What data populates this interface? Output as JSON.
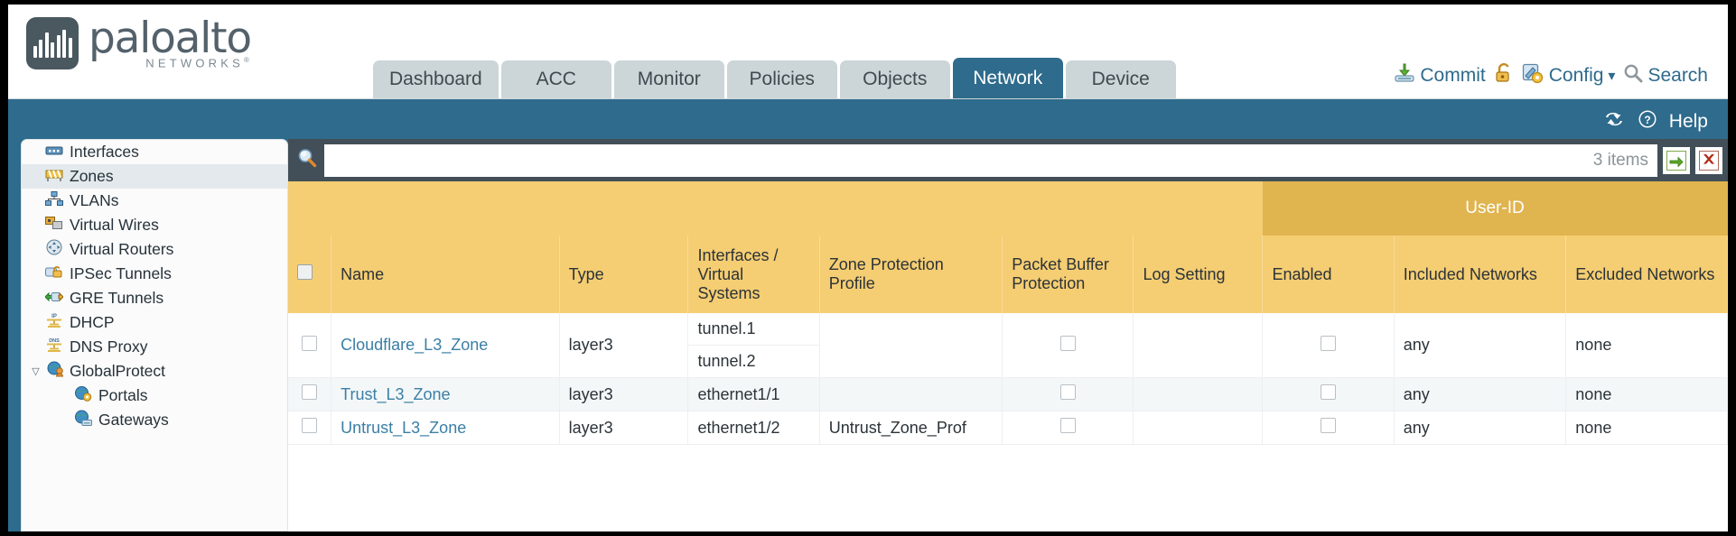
{
  "brand": {
    "name": "paloalto",
    "sub": "NETWORKS",
    "sup": "®"
  },
  "tabs": [
    {
      "label": "Dashboard",
      "active": false
    },
    {
      "label": "ACC",
      "active": false
    },
    {
      "label": "Monitor",
      "active": false
    },
    {
      "label": "Policies",
      "active": false
    },
    {
      "label": "Objects",
      "active": false
    },
    {
      "label": "Network",
      "active": true
    },
    {
      "label": "Device",
      "active": false
    }
  ],
  "utils": {
    "commit": "Commit",
    "commit_icon": "commit-save-icon",
    "lock_icon": "padlock-icon",
    "config": "Config",
    "config_icon": "config-wrench-icon",
    "caret": "▾",
    "search": "Search",
    "search_icon": "search-magnifier-icon"
  },
  "bluebar": {
    "refresh_icon": "refresh-icon",
    "help": "Help",
    "help_icon": "help-question-icon"
  },
  "sidebar": {
    "items": [
      {
        "label": "Interfaces",
        "icon": "interfaces-icon",
        "selected": false,
        "child": false,
        "dot": true
      },
      {
        "label": "Zones",
        "icon": "zones-icon",
        "selected": true,
        "child": false,
        "dot": true
      },
      {
        "label": "VLANs",
        "icon": "vlans-icon",
        "selected": false,
        "child": false,
        "dot": false
      },
      {
        "label": "Virtual Wires",
        "icon": "virtual-wires-icon",
        "selected": false,
        "child": false,
        "dot": false
      },
      {
        "label": "Virtual Routers",
        "icon": "virtual-routers-icon",
        "selected": false,
        "child": false,
        "dot": true
      },
      {
        "label": "IPSec Tunnels",
        "icon": "ipsec-tunnels-icon",
        "selected": false,
        "child": false,
        "dot": true
      },
      {
        "label": "GRE Tunnels",
        "icon": "gre-tunnels-icon",
        "selected": false,
        "child": false,
        "dot": false
      },
      {
        "label": "DHCP",
        "icon": "dhcp-icon",
        "selected": false,
        "child": false,
        "dot": true
      },
      {
        "label": "DNS Proxy",
        "icon": "dns-proxy-icon",
        "selected": false,
        "child": false,
        "dot": true
      },
      {
        "label": "GlobalProtect",
        "icon": "globalprotect-icon",
        "selected": false,
        "child": false,
        "dot": false,
        "parent": true,
        "caret": "▽"
      },
      {
        "label": "Portals",
        "icon": "portals-icon",
        "selected": false,
        "child": true,
        "dot": false
      },
      {
        "label": "Gateways",
        "icon": "gateways-icon",
        "selected": false,
        "child": true,
        "dot": false
      }
    ]
  },
  "search": {
    "value": "",
    "placeholder": "",
    "items_count": "3 items",
    "apply_icon": "apply-arrow-icon",
    "clear_icon": "clear-x-icon",
    "magnifier_icon": "search-magnifier-icon"
  },
  "table": {
    "group_header": "User-ID",
    "columns": [
      "Name",
      "Type",
      "Interfaces / Virtual Systems",
      "Zone Protection Profile",
      "Packet Buffer Protection",
      "Log Setting",
      "Enabled",
      "Included Networks",
      "Excluded Networks"
    ],
    "rows": [
      {
        "name": "Cloudflare_L3_Zone",
        "type": "layer3",
        "interfaces": [
          "tunnel.1",
          "tunnel.2"
        ],
        "zone_protection_profile": "",
        "packet_buffer_protection": false,
        "log_setting": "",
        "enabled": false,
        "included_networks": "any",
        "excluded_networks": "none"
      },
      {
        "name": "Trust_L3_Zone",
        "type": "layer3",
        "interfaces": [
          "ethernet1/1"
        ],
        "zone_protection_profile": "",
        "packet_buffer_protection": false,
        "log_setting": "",
        "enabled": false,
        "included_networks": "any",
        "excluded_networks": "none"
      },
      {
        "name": "Untrust_L3_Zone",
        "type": "layer3",
        "interfaces": [
          "ethernet1/2"
        ],
        "zone_protection_profile": "Untrust_Zone_Prof",
        "packet_buffer_protection": false,
        "log_setting": "",
        "enabled": false,
        "included_networks": "any",
        "excluded_networks": "none"
      }
    ]
  },
  "colors": {
    "brand_blue": "#2e6b8c",
    "header_amber": "#f5cd72",
    "group_amber": "#e0b44f",
    "dark_slate": "#424f58",
    "link_blue": "#3a7fa5"
  }
}
